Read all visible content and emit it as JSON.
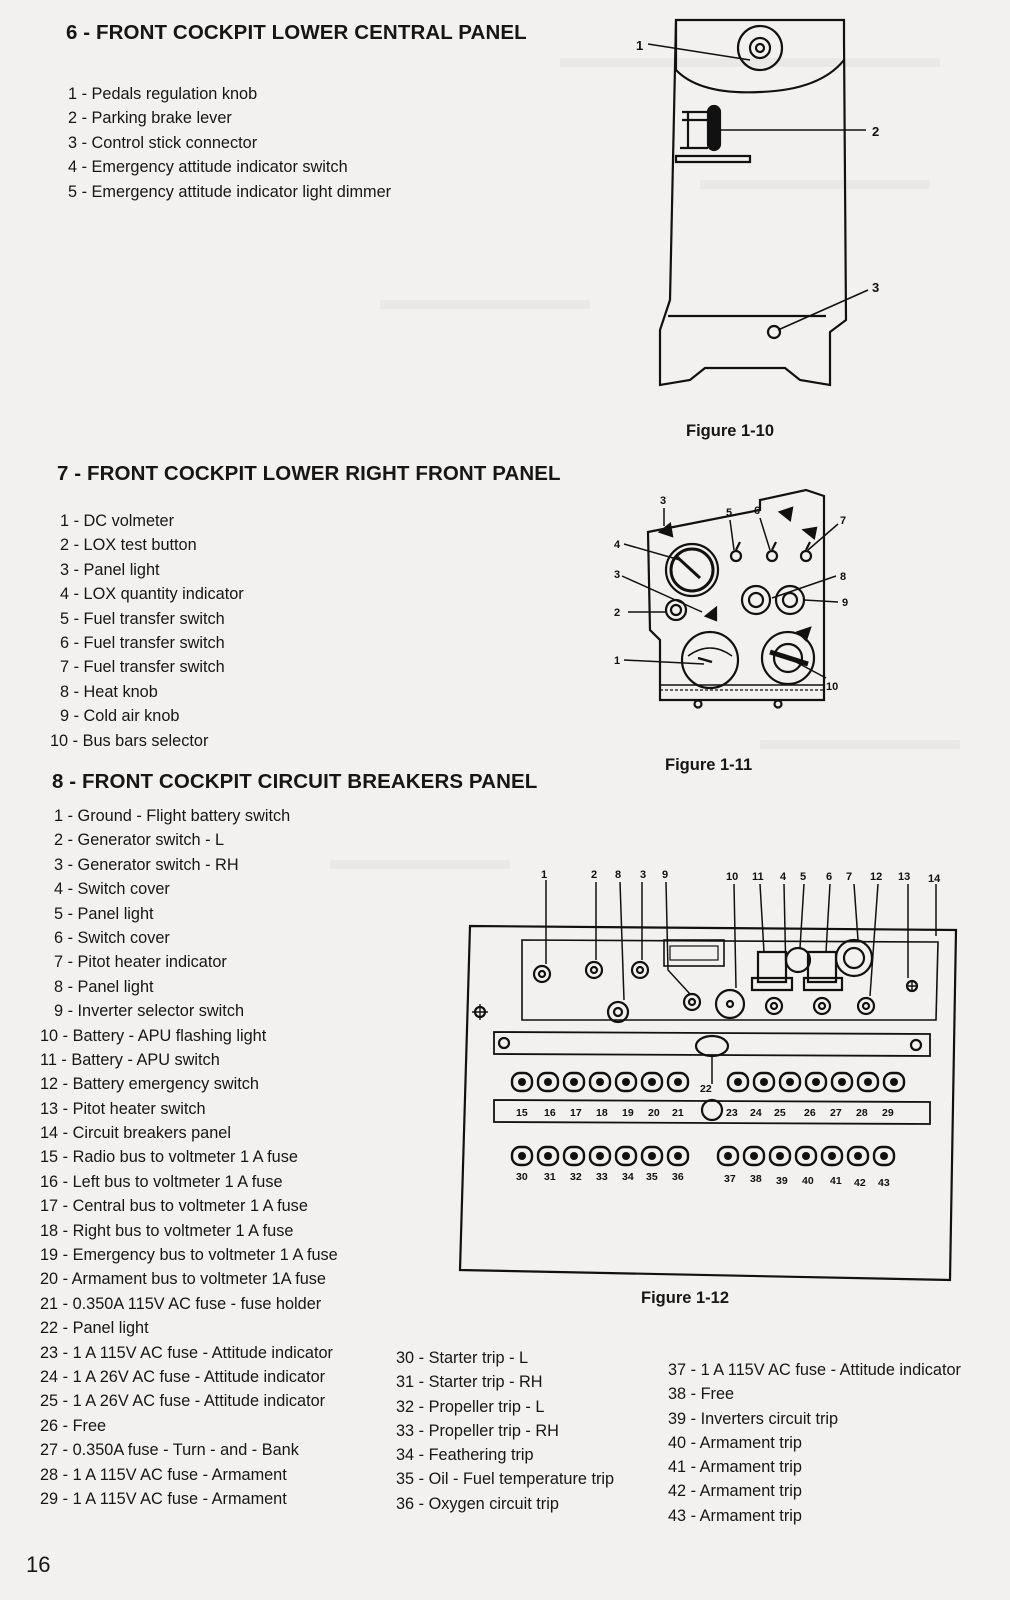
{
  "sections": {
    "s6": {
      "heading": "6 - FRONT COCKPIT LOWER CENTRAL PANEL",
      "items": [
        "1 - Pedals regulation knob",
        "2 - Parking brake lever",
        "3 - Control stick connector",
        "4 - Emergency attitude indicator switch",
        "5 - Emergency attitude indicator light dimmer"
      ],
      "figure_caption": "Figure 1-10",
      "callouts": [
        "1",
        "2",
        "3"
      ]
    },
    "s7": {
      "heading": "7 - FRONT COCKPIT LOWER RIGHT FRONT PANEL",
      "items": [
        "1 - DC volmeter",
        "2 - LOX test button",
        "3 - Panel light",
        "4 - LOX quantity indicator",
        "5 - Fuel transfer switch",
        "6 - Fuel transfer switch",
        "7 - Fuel transfer switch",
        "8 - Heat knob",
        "9 - Cold air knob",
        "10 - Bus bars selector"
      ],
      "figure_caption": "Figure 1-11",
      "callouts": [
        "3",
        "5",
        "6",
        "7",
        "4",
        "3",
        "8",
        "9",
        "2",
        "1",
        "10"
      ]
    },
    "s8": {
      "heading": "8 - FRONT COCKPIT CIRCUIT BREAKERS PANEL",
      "items_col1": [
        "1 - Ground - Flight battery switch",
        "2 - Generator switch - L",
        "3 - Generator switch - RH",
        "4 - Switch cover",
        "5 - Panel light",
        "6 - Switch cover",
        "7 - Pitot heater indicator",
        "8 - Panel light",
        "9 - Inverter selector switch",
        "10 - Battery - APU flashing light",
        "11 - Battery - APU switch",
        "12 - Battery emergency switch",
        "13 - Pitot heater switch",
        "14 - Circuit breakers panel",
        "15 - Radio bus to voltmeter 1 A fuse",
        "16 - Left bus to voltmeter 1 A fuse",
        "17 - Central bus to voltmeter 1 A fuse",
        "18 - Right bus to voltmeter 1 A fuse",
        "19 - Emergency bus to voltmeter 1 A fuse",
        "20 - Armament bus to voltmeter 1A fuse",
        "21 - 0.350A 115V AC fuse - fuse holder",
        "22 - Panel light",
        "23 - 1 A 115V AC fuse - Attitude indicator",
        "24 - 1 A 26V AC fuse - Attitude indicator",
        "25 - 1 A 26V AC fuse - Attitude indicator",
        "26 - Free",
        "27 - 0.350A fuse - Turn - and - Bank",
        "28 - 1 A 115V AC fuse - Armament",
        "29 - 1 A 115V AC fuse - Armament"
      ],
      "items_col2": [
        "30 - Starter trip - L",
        "31 - Starter trip - RH",
        "32 - Propeller trip - L",
        "33 - Propeller trip - RH",
        "34 - Feathering trip",
        "35 - Oil - Fuel temperature trip",
        "36 - Oxygen circuit trip"
      ],
      "items_col3": [
        "37 - 1 A 115V AC fuse - Attitude indicator",
        "38 - Free",
        "39 - Inverters circuit trip",
        "40 - Armament trip",
        "41 - Armament trip",
        "42 - Armament trip",
        "43 - Armament trip"
      ],
      "figure_caption": "Figure 1-12",
      "top_callouts": [
        "1",
        "2",
        "8",
        "3",
        "9",
        "10",
        "11",
        "4",
        "5",
        "6",
        "7",
        "12",
        "13",
        "14"
      ],
      "row_labels_a": [
        "15",
        "16",
        "17",
        "18",
        "19",
        "20",
        "21",
        "22",
        "23",
        "24",
        "25",
        "26",
        "27",
        "28",
        "29"
      ],
      "row_labels_b": [
        "30",
        "31",
        "32",
        "33",
        "34",
        "35",
        "36",
        "37",
        "38",
        "39",
        "40",
        "41",
        "42",
        "43"
      ]
    }
  },
  "page_number": "16"
}
